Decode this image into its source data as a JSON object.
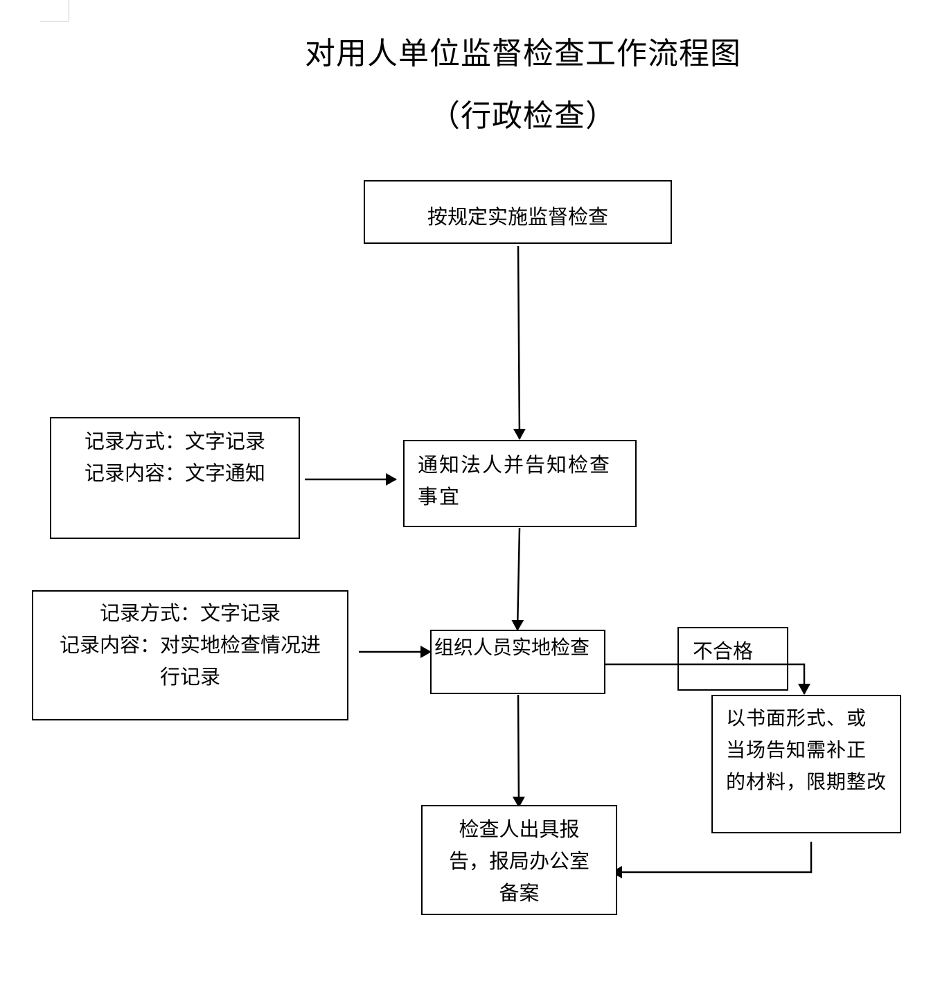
{
  "title": {
    "main": "对用人单位监督检查工作流程图",
    "sub": "（行政检查）"
  },
  "nodes": {
    "start": "按规定实施监督检查",
    "notify": "通知法人并告知检查\n事宜",
    "notify_record": "记录方式：文字记录\n记录内容：文字通知",
    "inspect": "组织人员实地检查",
    "inspect_record": "记录方式：文字记录\n记录内容：对实地检查情况进\n行记录",
    "unqualified_label": "不合格",
    "rectify": "以书面形式、或\n当场告知需补正\n的材料，限期整改",
    "report": "检查人出具报\n告，报局办公室\n备案"
  },
  "colors": {
    "line": "#000000",
    "background": "#ffffff"
  }
}
